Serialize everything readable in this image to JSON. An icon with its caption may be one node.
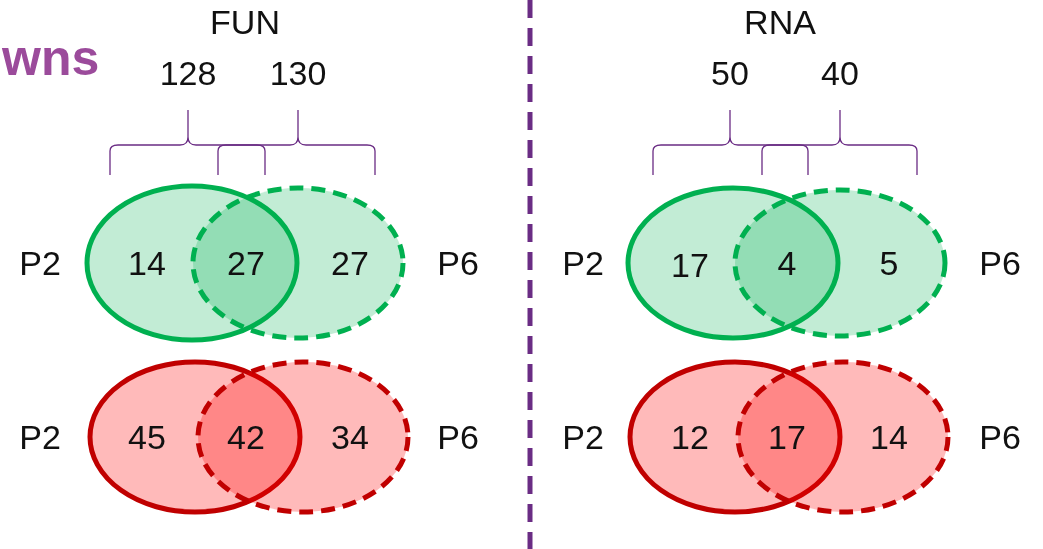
{
  "diagram": {
    "labels": [
      "wns",
      "FUN",
      "RNA",
      "128",
      "130",
      "50",
      "40",
      "P2",
      "14",
      "27",
      "27",
      "P6",
      "P2",
      "17",
      "4",
      "5",
      "P6",
      "P2",
      "45",
      "42",
      "34",
      "P6",
      "P2",
      "12",
      "17",
      "14",
      "P6"
    ]
  }
}
